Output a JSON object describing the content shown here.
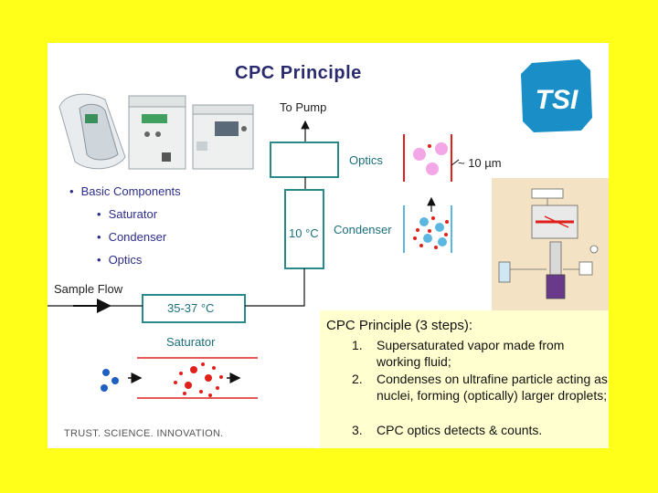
{
  "title": "CPC Principle",
  "diagram": {
    "to_pump": "To Pump",
    "optics": "Optics",
    "size": "~ 10 µm",
    "condenser_temp": "10 °C",
    "condenser": "Condenser",
    "sample_flow": "Sample Flow",
    "saturator_temp": "35-37 °C",
    "saturator": "Saturator"
  },
  "bullets": {
    "heading": "Basic Components",
    "items": [
      "Saturator",
      "Condenser",
      "Optics"
    ]
  },
  "steps": {
    "title": "CPC Principle (3 steps):",
    "items": [
      {
        "num": "1.",
        "text": "Supersaturated vapor made from working fluid;"
      },
      {
        "num": "2.",
        "text": "Condenses on ultrafine particle acting as nuclei, forming (optically) larger droplets;"
      },
      {
        "num": "3.",
        "text": "CPC optics detects & counts."
      }
    ]
  },
  "footer": "TRUST. SCIENCE. INNOVATION.",
  "logo": "TSI",
  "colors": {
    "background": "#ffff1a",
    "teal": "#2a8a8a",
    "red": "#e0201b",
    "blue": "#1f5fbf",
    "pink": "#f3a7e6",
    "cyan": "#5bb7e0",
    "title": "#2a2a6e"
  }
}
